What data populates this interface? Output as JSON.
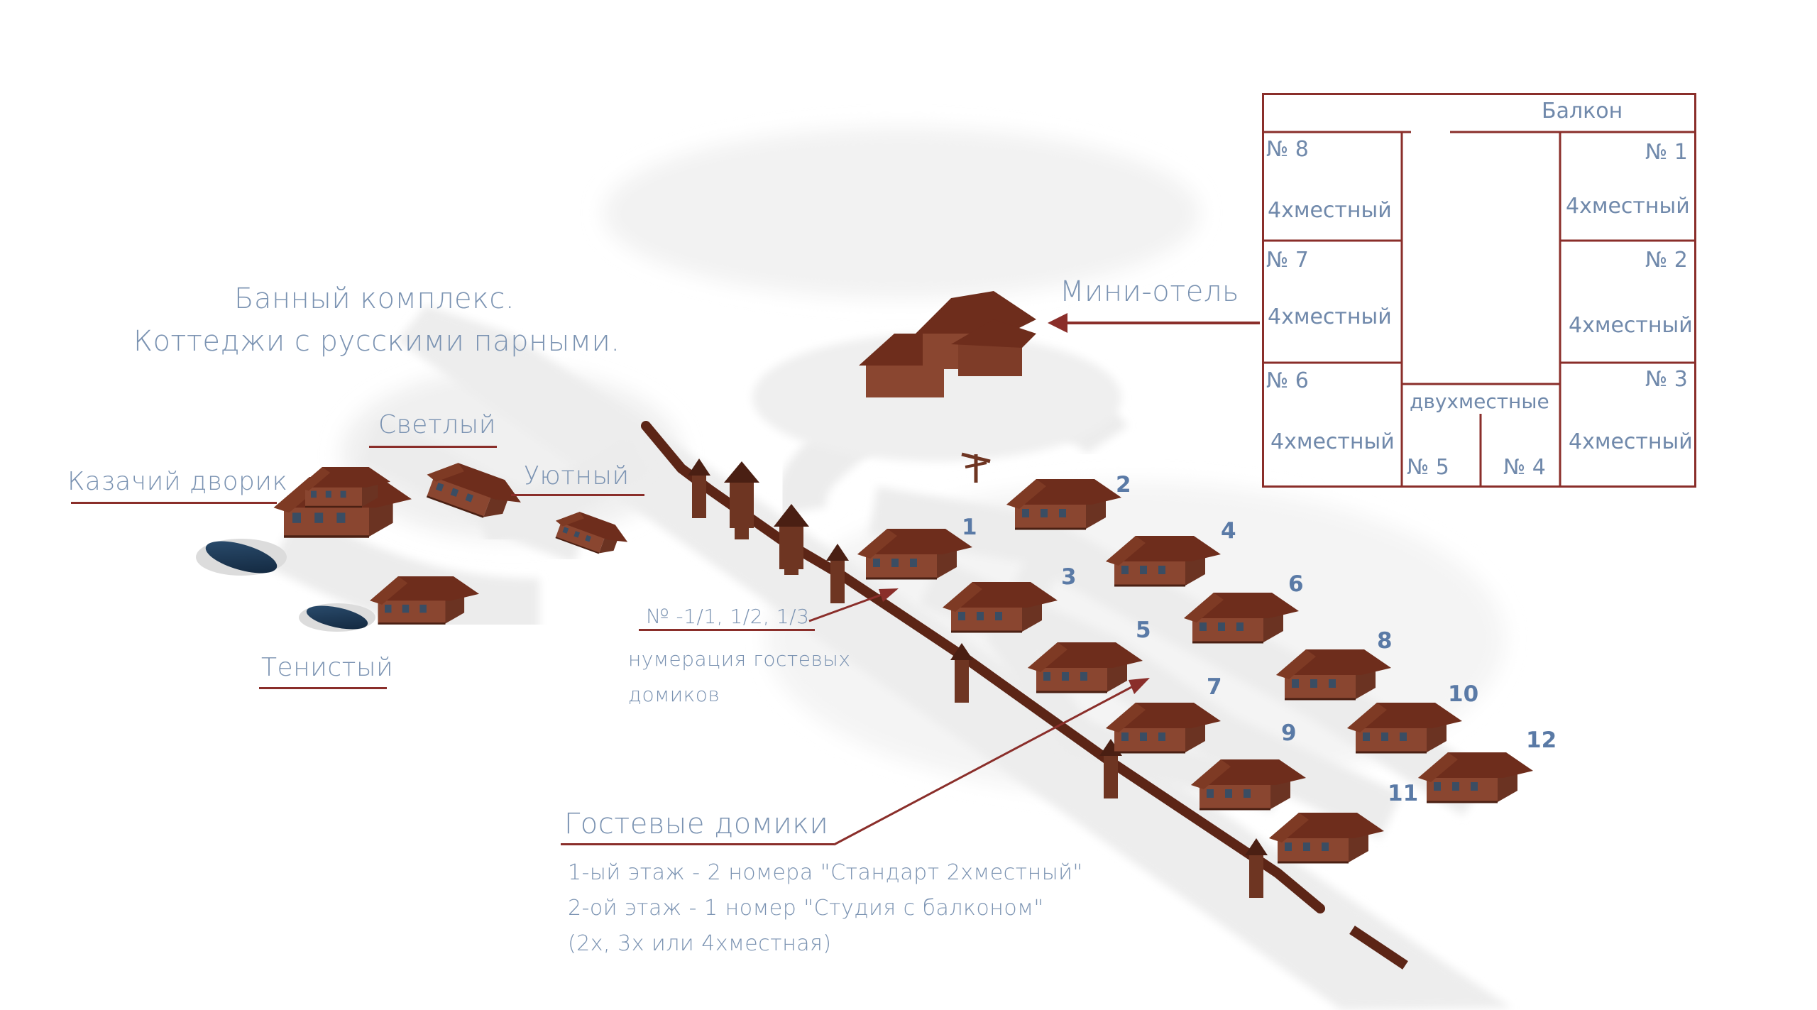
{
  "colors": {
    "accent_line": "#8a2e2a",
    "label_text": "#7b93b2",
    "house_numbers": "#5a7aa6",
    "roof": "#6e2d1c",
    "wall": "#8a4630",
    "road": "#ececec",
    "pond": "#1d3550"
  },
  "labels": {
    "bath_complex_line1": "Банный комплекс.",
    "bath_complex_line2": "Коттеджи с русскими парными.",
    "mini_hotel": "Мини-отель",
    "svetly": "Светлый",
    "kazachiy": "Казачий дворик",
    "uyutny": "Уютный",
    "tenisty": "Тенистый",
    "numbering_code": "№ -1/1, 1/2, 1/3",
    "numbering_desc_line1": "нумерация гостевых",
    "numbering_desc_line2": "домиков",
    "guest_houses_title": "Гостевые домики",
    "guest_line1": "1-ый этаж - 2 номера \"Стандарт 2хместный\"",
    "guest_line2": "2-ой этаж - 1 номер \"Студия с балконом\"",
    "guest_line3": "(2х, 3х или 4хместная)"
  },
  "house_numbers": [
    "1",
    "2",
    "3",
    "4",
    "5",
    "6",
    "7",
    "8",
    "9",
    "10",
    "11",
    "12"
  ],
  "floor_plan": {
    "balcony": "Балкон",
    "left_rooms": [
      {
        "number": "№ 8",
        "capacity": "4хместный"
      },
      {
        "number": "№ 7",
        "capacity": "4хместный"
      },
      {
        "number": "№ 6",
        "capacity": "4хместный"
      }
    ],
    "right_rooms": [
      {
        "number": "№ 1",
        "capacity": "4хместный"
      },
      {
        "number": "№ 2",
        "capacity": "4хместный"
      },
      {
        "number": "№ 3",
        "capacity": "4хместный"
      }
    ],
    "double_label": "двухместные",
    "double_rooms": [
      "№ 5",
      "№ 4"
    ]
  },
  "icons": {
    "signpost": "signpost-icon",
    "arrow": "arrow-icon"
  }
}
